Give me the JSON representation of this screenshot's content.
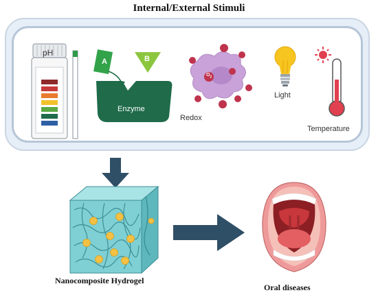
{
  "header": {
    "title": "Internal/External Stimuli"
  },
  "stimuli": {
    "ph": {
      "label": "pH"
    },
    "enzyme": {
      "substrate_a": "A",
      "substrate_b": "B",
      "label": "Enzyme"
    },
    "redox": {
      "label": "Redox",
      "o2_label": "O",
      "o2_sub": "2"
    },
    "light": {
      "label": "Light"
    },
    "temperature": {
      "label": "Temperature"
    }
  },
  "outputs": {
    "hydrogel_label": "Nanocomposite Hydrogel",
    "oral_label": "Oral diseases"
  },
  "colors": {
    "frame_outer": "#e6eef7",
    "frame_border": "#b6c6d8",
    "arrow": "#2f4f66",
    "enzyme_green": "#1f6b4a",
    "substrate_green": "#33a34a",
    "substrate_lightgreen": "#8cc63f",
    "redox_purple": "#c8a2d8",
    "ros_red": "#c0334d",
    "bulb_yellow": "#f7c51f",
    "thermo_red": "#e0404f",
    "hydrogel_teal": "#7fd0d4",
    "nanoparticle_yellow": "#f3c144",
    "mouth_red": "#c8373b"
  },
  "icons": [
    "ph-test-strip-bottle-icon",
    "enzyme-icon",
    "redox-icon",
    "lightbulb-icon",
    "thermometer-icon",
    "hydrogel-cube-icon",
    "right-arrow-icon",
    "down-arrow-icon",
    "open-mouth-icon"
  ]
}
